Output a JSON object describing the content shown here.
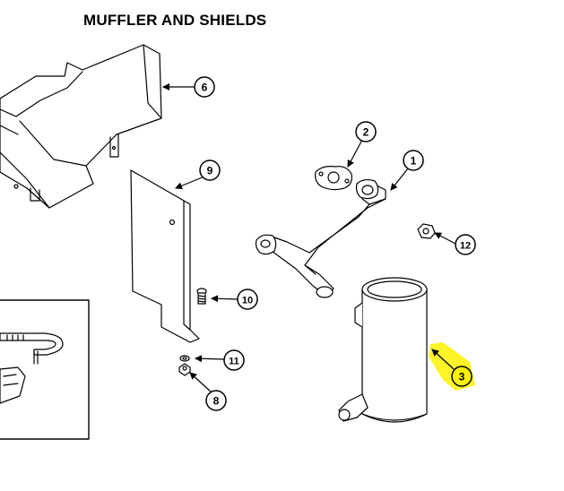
{
  "title": "MUFFLER AND SHIELDS",
  "callouts": [
    {
      "id": "callout-1",
      "label": "1"
    },
    {
      "id": "callout-2",
      "label": "2"
    },
    {
      "id": "callout-3",
      "label": "3"
    },
    {
      "id": "callout-6",
      "label": "6"
    },
    {
      "id": "callout-8",
      "label": "8"
    },
    {
      "id": "callout-9",
      "label": "9"
    },
    {
      "id": "callout-10",
      "label": "10"
    },
    {
      "id": "callout-11",
      "label": "11"
    },
    {
      "id": "callout-12",
      "label": "12"
    }
  ],
  "highlight_color": "#fff200"
}
